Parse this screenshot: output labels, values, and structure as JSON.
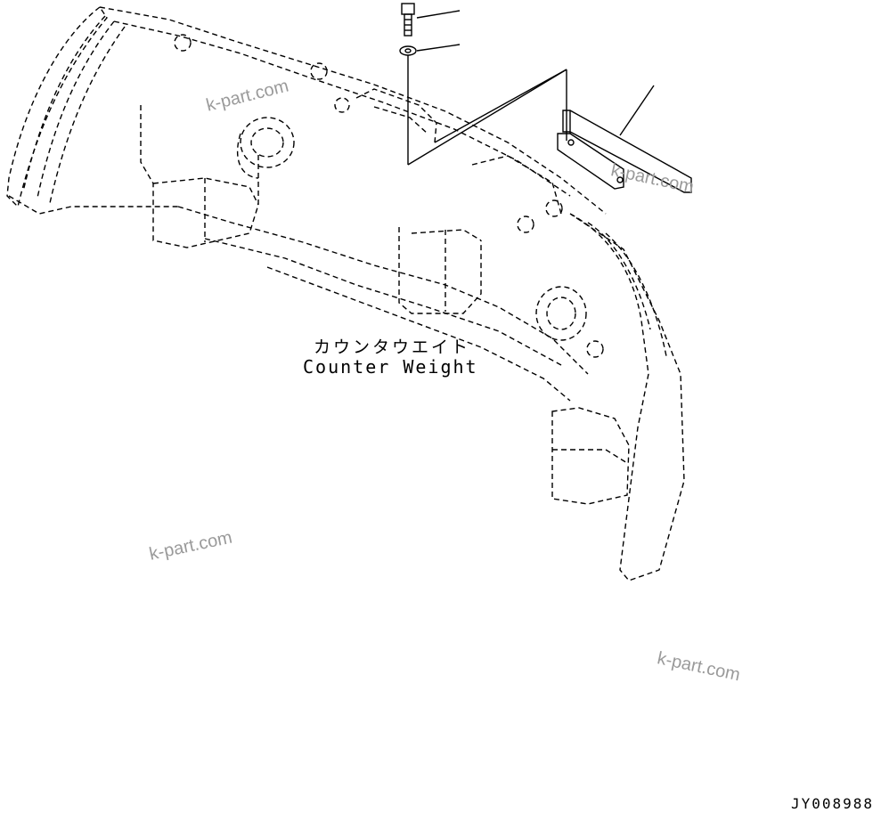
{
  "diagram": {
    "label_jp": "カウンタウエイト",
    "label_en": "Counter Weight",
    "drawing_code": "JY008988"
  },
  "watermarks": [
    "k-part.com",
    "k-part.com",
    "k-part.com",
    "k-part.com"
  ]
}
